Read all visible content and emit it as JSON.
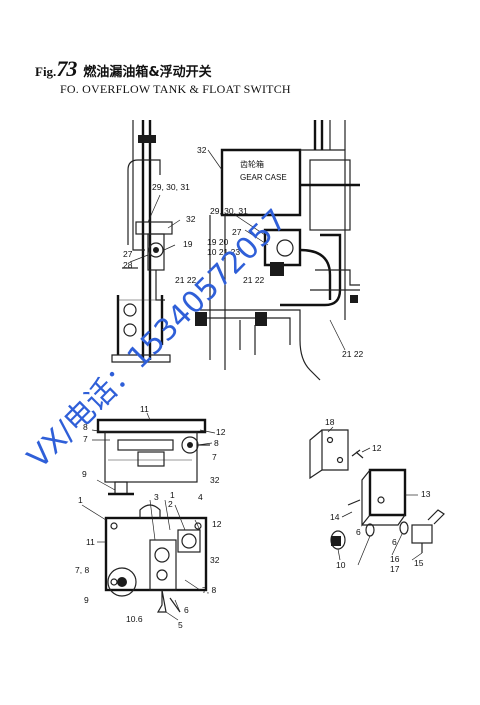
{
  "header": {
    "fig_prefix": "Fig.",
    "fig_number": "73",
    "title_zh": "燃油漏油箱&浮动开关",
    "subtitle": "FO. OVERFLOW TANK & FLOAT SWITCH"
  },
  "gear_case": {
    "zh": "齿轮箱",
    "en": "GEAR CASE"
  },
  "watermark": "VX/电话：15340572057",
  "labels": {
    "l32a": "32",
    "l293031a": "29, 30, 31",
    "l32b": "32",
    "l19a": "19",
    "l27a": "27",
    "l28a": "28",
    "l2122a": "21  22",
    "l293031b": "29, 30, 31",
    "l27b": "27",
    "l1920": "19  20",
    "l102123": "10 21 23",
    "l2122b": "21  22",
    "l2122c": "21  22",
    "l11a": "11",
    "l8a": "8",
    "l7a": "7",
    "l12a": "12",
    "l8b": "8",
    "l7b": "7",
    "l32c": "32",
    "l9a": "9",
    "l1a": "1",
    "l1b": "1",
    "l3": "3",
    "l2": "2",
    "l4": "4",
    "l11b": "11",
    "l12b": "12",
    "l78a": "7, 8",
    "l9b": "9",
    "l32d": "32",
    "l78b": "7, 8",
    "l106": "10.6",
    "l6a": "6",
    "l5": "5",
    "l18": "18",
    "l12c": "12",
    "l13": "13",
    "l14": "14",
    "l6b": "6",
    "l10": "10",
    "l6c": "6",
    "l1617": "16\n17",
    "l16": "16",
    "l17": "17",
    "l15": "15"
  }
}
